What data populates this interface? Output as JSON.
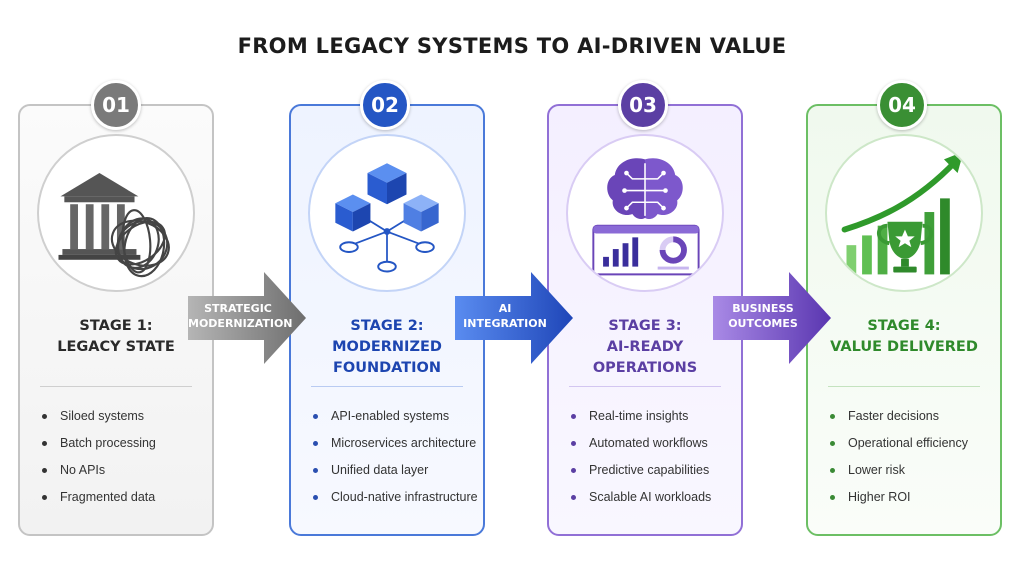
{
  "title": "FROM LEGACY SYSTEMS TO AI-DRIVEN VALUE",
  "colors": {
    "stage1": "#7a7a7a",
    "stage2": "#2456c4",
    "stage3": "#5b3fa3",
    "stage4": "#3a8f34",
    "stage1_title": "#2a2a2a",
    "stage2_title": "#1d45b0",
    "stage3_title": "#5b3fa3",
    "stage4_title": "#2f8a2b"
  },
  "stages": [
    {
      "number": "01",
      "title_line1": "STAGE 1:",
      "title_line2": "LEGACY STATE",
      "title_line3": "",
      "icon": "legacy-building-tangle-icon",
      "bullets": [
        "Siloed systems",
        "Batch processing",
        "No APIs",
        "Fragmented data"
      ]
    },
    {
      "number": "02",
      "title_line1": "STAGE 2:",
      "title_line2": "MODERNIZED",
      "title_line3": "FOUNDATION",
      "icon": "cubes-network-icon",
      "bullets": [
        "API-enabled systems",
        "Microservices architecture",
        "Unified data layer",
        "Cloud-native infrastructure"
      ]
    },
    {
      "number": "03",
      "title_line1": "STAGE 3:",
      "title_line2": "AI-READY",
      "title_line3": "OPERATIONS",
      "icon": "ai-brain-dashboard-icon",
      "bullets": [
        "Real-time insights",
        "Automated workflows",
        "Predictive capabilities",
        "Scalable AI workloads"
      ]
    },
    {
      "number": "04",
      "title_line1": "STAGE 4:",
      "title_line2": "VALUE DELIVERED",
      "title_line3": "",
      "icon": "trophy-growth-chart-icon",
      "bullets": [
        "Faster decisions",
        "Operational efficiency",
        "Lower risk",
        "Higher ROI"
      ]
    }
  ],
  "arrows": [
    {
      "line1": "STRATEGIC",
      "line2": "MODERNIZATION"
    },
    {
      "line1": "AI",
      "line2": "INTEGRATION"
    },
    {
      "line1": "BUSINESS",
      "line2": "OUTCOMES"
    }
  ]
}
